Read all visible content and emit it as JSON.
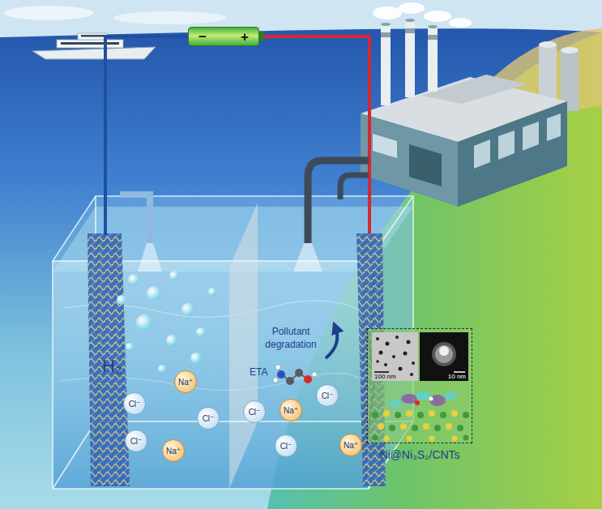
{
  "diagram": {
    "nodes": [
      {
        "text": [
          "−",
          "+"
        ]
      },
      {
        "text": [
          "Ni@Ni₃S₂/CNTs"
        ]
      },
      {
        "text": [
          "100 nm"
        ],
        "in": 1
      },
      {
        "text": [
          "10 nm"
        ],
        "in": 1
      },
      {
        "text": [
          "Na⁺"
        ]
      },
      {
        "text": [
          "Cl⁻"
        ]
      },
      {
        "text": [
          "Cl⁻"
        ]
      },
      {
        "text": [
          "Cl⁻"
        ]
      },
      {
        "text": [
          "Na⁺"
        ]
      },
      {
        "text": [
          "Cl⁻"
        ]
      },
      {
        "text": [
          "Na⁺"
        ]
      },
      {
        "text": [
          "Cl⁻"
        ]
      },
      {
        "text": [
          "Cl⁻"
        ]
      },
      {
        "text": [
          "Na⁺"
        ]
      }
    ],
    "labels": [
      "H₂",
      "Pollutant degradation",
      "ETA"
    ]
  }
}
